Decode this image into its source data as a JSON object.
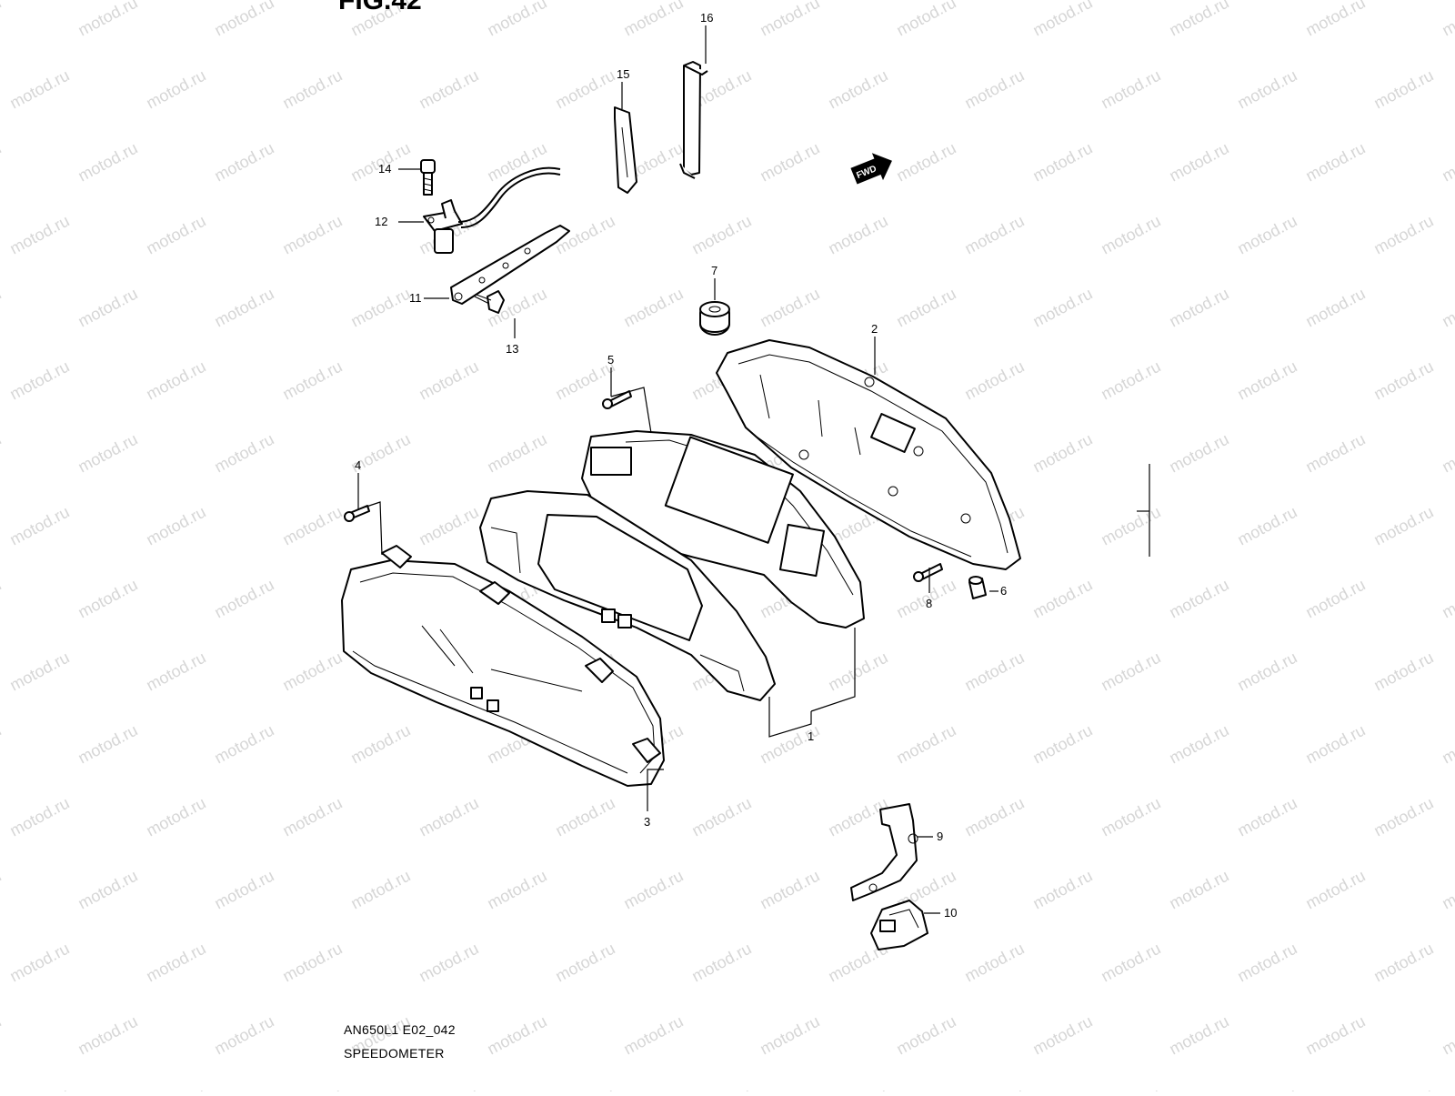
{
  "figure_title": "FIG.42",
  "watermark_text": "motod.ru",
  "fwd_label": "FWD",
  "model_code": "AN650L1 E02_042",
  "section_name": "SPEEDOMETER",
  "callouts": [
    "1",
    "2",
    "3",
    "4",
    "5",
    "6",
    "7",
    "8",
    "9",
    "10",
    "11",
    "12",
    "13",
    "14",
    "15",
    "16"
  ]
}
